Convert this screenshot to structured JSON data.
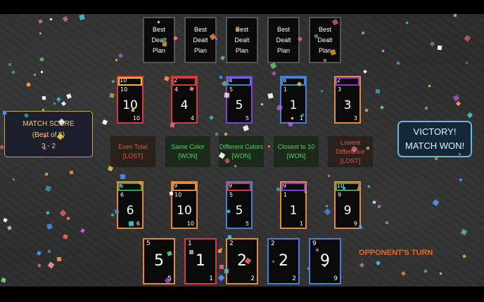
{
  "plan_cards": [
    {
      "label": "Best Dealt Plan"
    },
    {
      "label": "Best Dealt Plan"
    },
    {
      "label": "Best Dealt Plan"
    },
    {
      "label": "Best Dealt Plan"
    },
    {
      "label": "Best Dealt Plan"
    }
  ],
  "opponent_columns": [
    {
      "top_card": "10",
      "main_value": "10",
      "top_color": "#e8c23a",
      "border_color": "#d83a3a"
    },
    {
      "top_card": "2",
      "main_value": "4",
      "top_color": "#d83a3a",
      "border_color": "#d83a3a"
    },
    {
      "top_card": "4",
      "main_value": "5",
      "top_color": "#4a7fd8",
      "border_color": "#8a3ad8"
    },
    {
      "top_card": "8",
      "main_value": "1",
      "top_color": "#4a7fd8",
      "border_color": "#4a7fd8"
    },
    {
      "top_card": "2",
      "main_value": "3",
      "top_color": "#8a3ad8",
      "border_color": "#e08a3a"
    }
  ],
  "conditions": [
    {
      "name": "Even Total",
      "result": "[LOST]",
      "status": "lost"
    },
    {
      "name": "Same Color",
      "result": "[WON]",
      "status": "won"
    },
    {
      "name": "Different Colors",
      "result": "[WON]",
      "status": "won"
    },
    {
      "name": "Closest to 10",
      "result": "[WON]",
      "status": "won"
    },
    {
      "name": "Lowest Difference",
      "result": "[LOST]",
      "status": "lost"
    }
  ],
  "player_columns": [
    {
      "top_card": "6",
      "main_value": "6",
      "top_color": "#3aa84a",
      "border_color": "#e08a3a"
    },
    {
      "top_card": "9",
      "main_value": "10",
      "top_color": "#e08a3a",
      "border_color": "#e08a3a"
    },
    {
      "top_card": "9",
      "main_value": "5",
      "top_color": "#d83a3a",
      "border_color": "#4a7fd8"
    },
    {
      "top_card": "9",
      "main_value": "1",
      "top_color": "#8a3ad8",
      "border_color": "#e08a3a"
    },
    {
      "top_card": "10",
      "main_value": "9",
      "top_color": "#3aa84a",
      "border_color": "#e08a3a"
    }
  ],
  "hand": [
    {
      "value": "5",
      "border_color": "#e08a3a"
    },
    {
      "value": "1",
      "border_color": "#d83a3a"
    },
    {
      "value": "2",
      "border_color": "#e08a3a"
    },
    {
      "value": "2",
      "border_color": "#4a7fd8"
    },
    {
      "value": "9",
      "border_color": "#4a7fd8"
    }
  ],
  "score": {
    "title": "MATCH SCORE",
    "subtitle": "(Best of 5)",
    "value": "3 - 2"
  },
  "victory": {
    "line1": "VICTORY!",
    "line2": "MATCH WON!"
  },
  "turn_label": "OPPONENT'S TURN"
}
